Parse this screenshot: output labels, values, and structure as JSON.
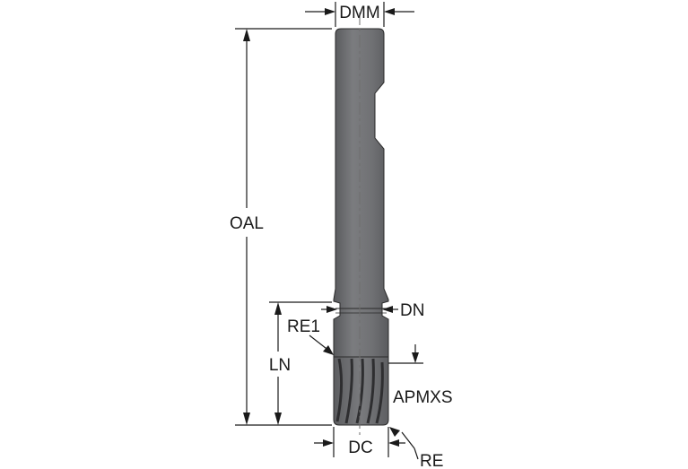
{
  "labels": {
    "dmm": "DMM",
    "oal": "OAL",
    "dn": "DN",
    "re1": "RE1",
    "ln": "LN",
    "apmxs": "APMXS",
    "dc": "DC",
    "re": "RE"
  },
  "colors": {
    "tool_body": "#6f7073",
    "tool_shadow": "#56575a",
    "tool_highlight": "#8a8b8e",
    "flute": "#3a3a3c",
    "line": "#1a1a1a"
  },
  "icons": {
    "tool": "end-mill-icon"
  }
}
